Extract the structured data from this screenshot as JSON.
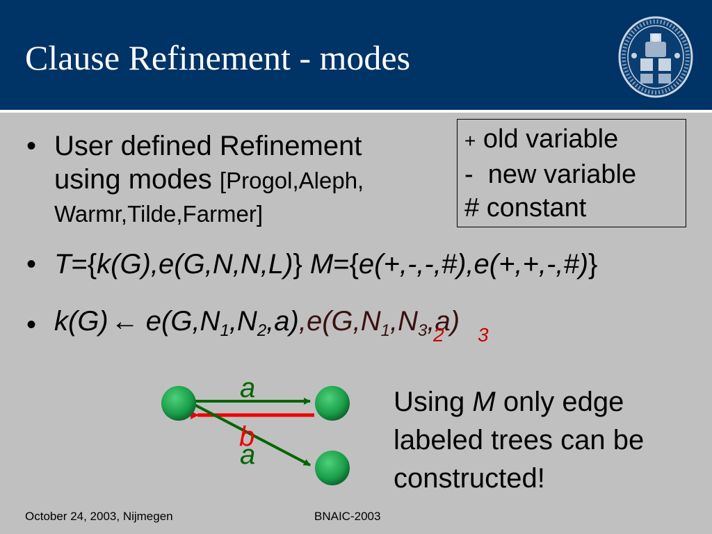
{
  "title": "Clause Refinement - modes",
  "bullets": {
    "b1": {
      "line1": "User defined Refinement",
      "line2_main": "using modes ",
      "line2_small": "[Progol,Aleph,",
      "line3": "Warmr,Tilde,Farmer]"
    },
    "b2": {
      "t_var": "T",
      "t_eq": "={",
      "t_body": "k(G),e(G,N,N,L)",
      "t_close": "} ",
      "m_var": "M",
      "m_eq": "={",
      "m_body": "e(+,-,-,#),e(+,+,-,#)",
      "m_close": "}"
    },
    "b3": {
      "head": "k(G)",
      "arrow": "←",
      "lit1_a": "e(G,N",
      "lit1_sub1": "1",
      "lit1_b": ",N",
      "lit1_sub2": "2",
      "lit1_c": ",a)",
      "lit2_a": ",e(G,N",
      "lit2_sub1": "1",
      "lit2_b": ",N",
      "lit2_sub2": "3",
      "lit2_c": ",a)",
      "overlay_sub1": "2",
      "overlay_sub2": "3"
    }
  },
  "legend": {
    "plus_sym": "+",
    "plus_text": " old variable",
    "minus_sym": "-",
    "minus_text": "  new variable",
    "hash_sym": "#",
    "hash_text": " constant"
  },
  "diagram": {
    "edge_label_top": "a",
    "edge_label_red": "b",
    "edge_label_diag": "a",
    "colors": {
      "node": "#1a9e4a",
      "green_edge": "#006600",
      "red_edge": "#ee0000"
    }
  },
  "note": {
    "line1_a": "Using ",
    "line1_m": "M",
    "line1_b": " only edge",
    "line2": "labeled trees can be",
    "line3": "constructed!"
  },
  "footer": {
    "left": "October 24, 2003, Nijmegen",
    "center": "BNAIC-2003"
  }
}
